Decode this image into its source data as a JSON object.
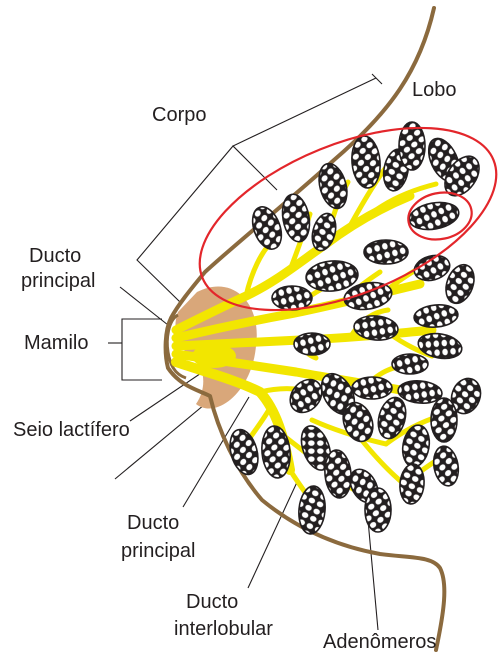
{
  "labels": {
    "corpo": "Corpo",
    "lobo": "Lobo",
    "ducto_principal_top_1": "Ducto",
    "ducto_principal_top_2": "principal",
    "mamilo": "Mamilo",
    "seio_lactifero": "Seio lactífero",
    "ducto_principal_bottom_1": "Ducto",
    "ducto_principal_bottom_2": "principal",
    "ducto_interlobular_1": "Ducto",
    "ducto_interlobular_2": "interlobular",
    "adenomeros": "Adenômeros"
  },
  "colors": {
    "skin": "#8b6a3e",
    "areola": "#d9a77a",
    "duct": "#f2e600",
    "duct_edge": "#9b8a00",
    "lobule": "#231f20",
    "highlight": "#e3262b",
    "leader": "#231f20"
  },
  "icons": [
    "breast-outline",
    "areola",
    "duct-tree",
    "lobule-cluster",
    "highlight-ellipse"
  ]
}
